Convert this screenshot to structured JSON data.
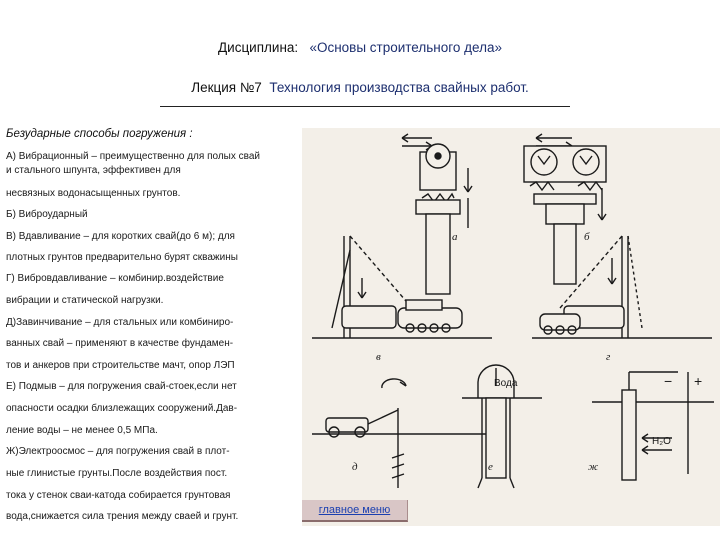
{
  "header": {
    "discipline_label": "Дисциплина:",
    "discipline_title": "«Основы строительного дела»",
    "lecture_label": "Лекция №7",
    "lecture_title": "Технология производства свайных работ."
  },
  "section_title": "Безударные способы погружения :",
  "lines": [
    "А) Вибрационный – преимущественно для полых свай",
    "и стального шпунта, эффективен для",
    "несвязных водонасыщенных грунтов.",
    "Б) Виброударный",
    "В) Вдавливание – для коротких свай(до 6 м); для",
    "плотных грунтов предварительно бурят скважины",
    "Г) Вибровдавливание – комбинир.воздействие",
    "вибрации и статической нагрузки.",
    "Д)Завинчивание – для стальных или комбиниро-",
    "ванных свай – применяют в качестве фундамен-",
    "тов и анкеров при строительстве мачт, опор ЛЭП",
    "Е) Подмыв – для погружения свай-стоек,если нет",
    "опасности осадки близлежащих сооружений.Дав-",
    "ление воды – не менее 0,5 МПа.",
    "Ж)Электроосмос – для погружения свай в плот-",
    "ные глинистые грунты.После воздействия пост.",
    "тока у стенок сваи-катода собирается грунтовая",
    "вода,снижается сила трения между сваей и грунт."
  ],
  "figure": {
    "labels": [
      "а",
      "б",
      "в",
      "г",
      "д",
      "е",
      "ж"
    ],
    "water_label": "Вода",
    "h2o_label": "H₂O",
    "minus_sign": "−",
    "plus_sign": "+"
  },
  "main_menu_button": "главное меню"
}
